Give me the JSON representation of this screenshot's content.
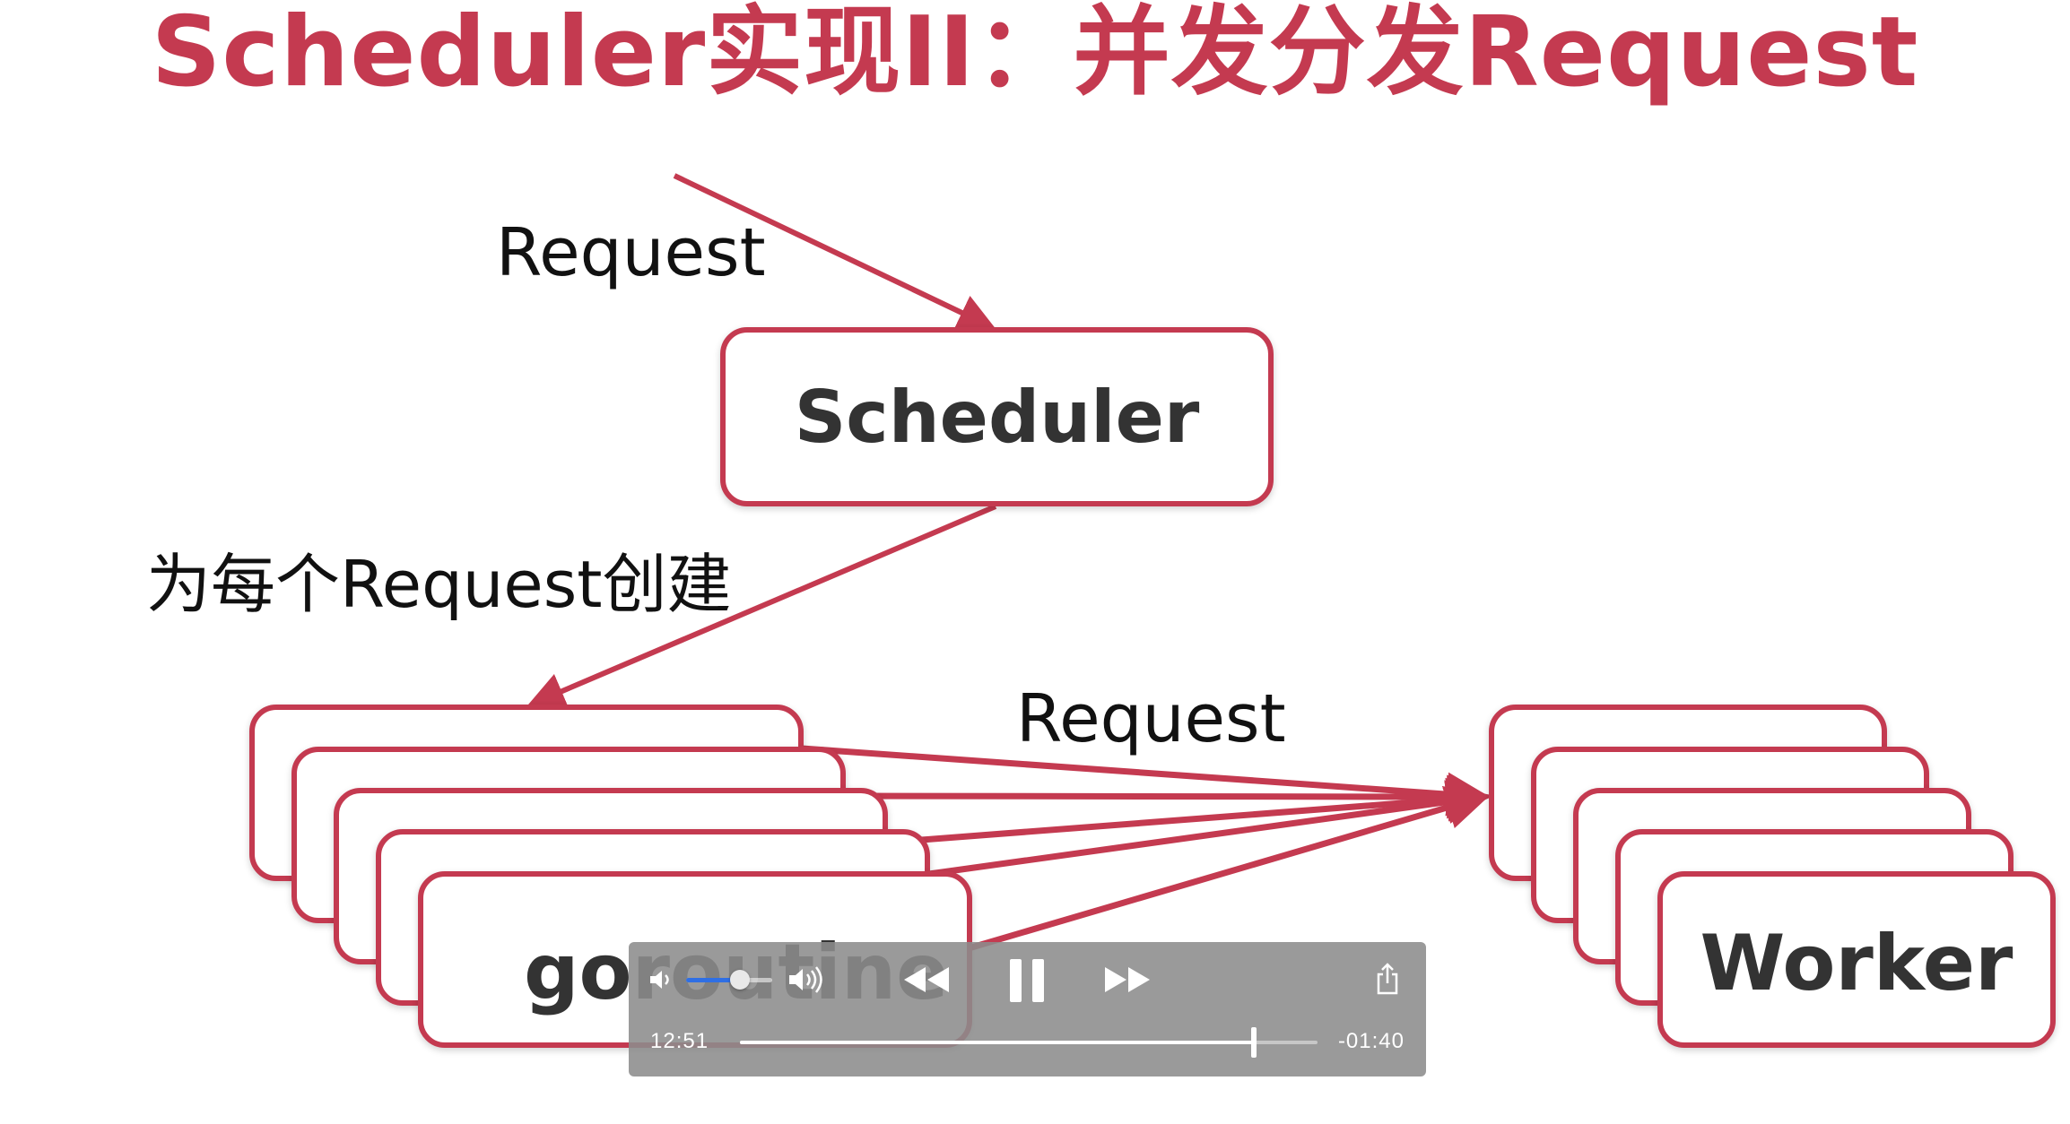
{
  "slide": {
    "title": "Scheduler实现II：并发分发Request",
    "labels": {
      "request_top": "Request",
      "create_per_request": "为每个Request创建",
      "request_mid": "Request"
    },
    "scheduler_label": "Scheduler",
    "goroutine_label": "goroutine",
    "worker_label": "Worker"
  },
  "player": {
    "elapsed": "12:51",
    "remaining": "-01:40",
    "progress_fraction": 0.89,
    "volume_fraction": 0.62,
    "icons": {
      "volume_low": "speaker-low-icon",
      "volume_high": "speaker-high-icon",
      "rewind": "rewind-icon",
      "pause": "pause-icon",
      "forward": "fast-forward-icon",
      "share": "share-icon"
    }
  },
  "colors": {
    "accent": "#c43a50",
    "box_text": "#333333",
    "player_bg": "#8c8c8c",
    "volume_fill": "#2f6fe4"
  }
}
